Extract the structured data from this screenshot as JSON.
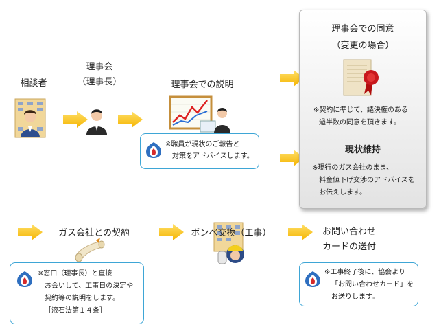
{
  "steps": {
    "consultant": "相談者",
    "board_line1": "理事会",
    "board_line2": "（理事長）",
    "explanation": "理事会での説明",
    "consent_line1": "理事会での同意",
    "consent_line2": "（変更の場合）",
    "status_quo": "現状維持",
    "contract": "ガス会社との契約",
    "exchange": "ボンベ交換（工事）",
    "card_line1": "お問い合わせ",
    "card_line2": "カードの送付"
  },
  "notes": {
    "explanation": [
      "※職員が現状のご報告と",
      "対策をアドバイスします。"
    ],
    "consent": [
      "※契約に準じて、議決権のある",
      "過半数の同意を頂きます。"
    ],
    "status_quo": [
      "※現行のガス会社のまま、",
      "料金値下げ交渉のアドバイスを",
      "お伝えします。"
    ],
    "contract": [
      "※窓口（理事長）と直接",
      "お会いして、工事日の決定や",
      "契約等の説明をします。",
      "［液石法第１４条］"
    ],
    "card": [
      "※工事終了後に、協会より",
      "「お問い合わせカード」を",
      "お送りします。"
    ]
  },
  "colors": {
    "arrow": "#f7bf00",
    "box_border": "#3ea6d6",
    "logo_blue": "#2f6fc0",
    "logo_red": "#d62a2a"
  }
}
